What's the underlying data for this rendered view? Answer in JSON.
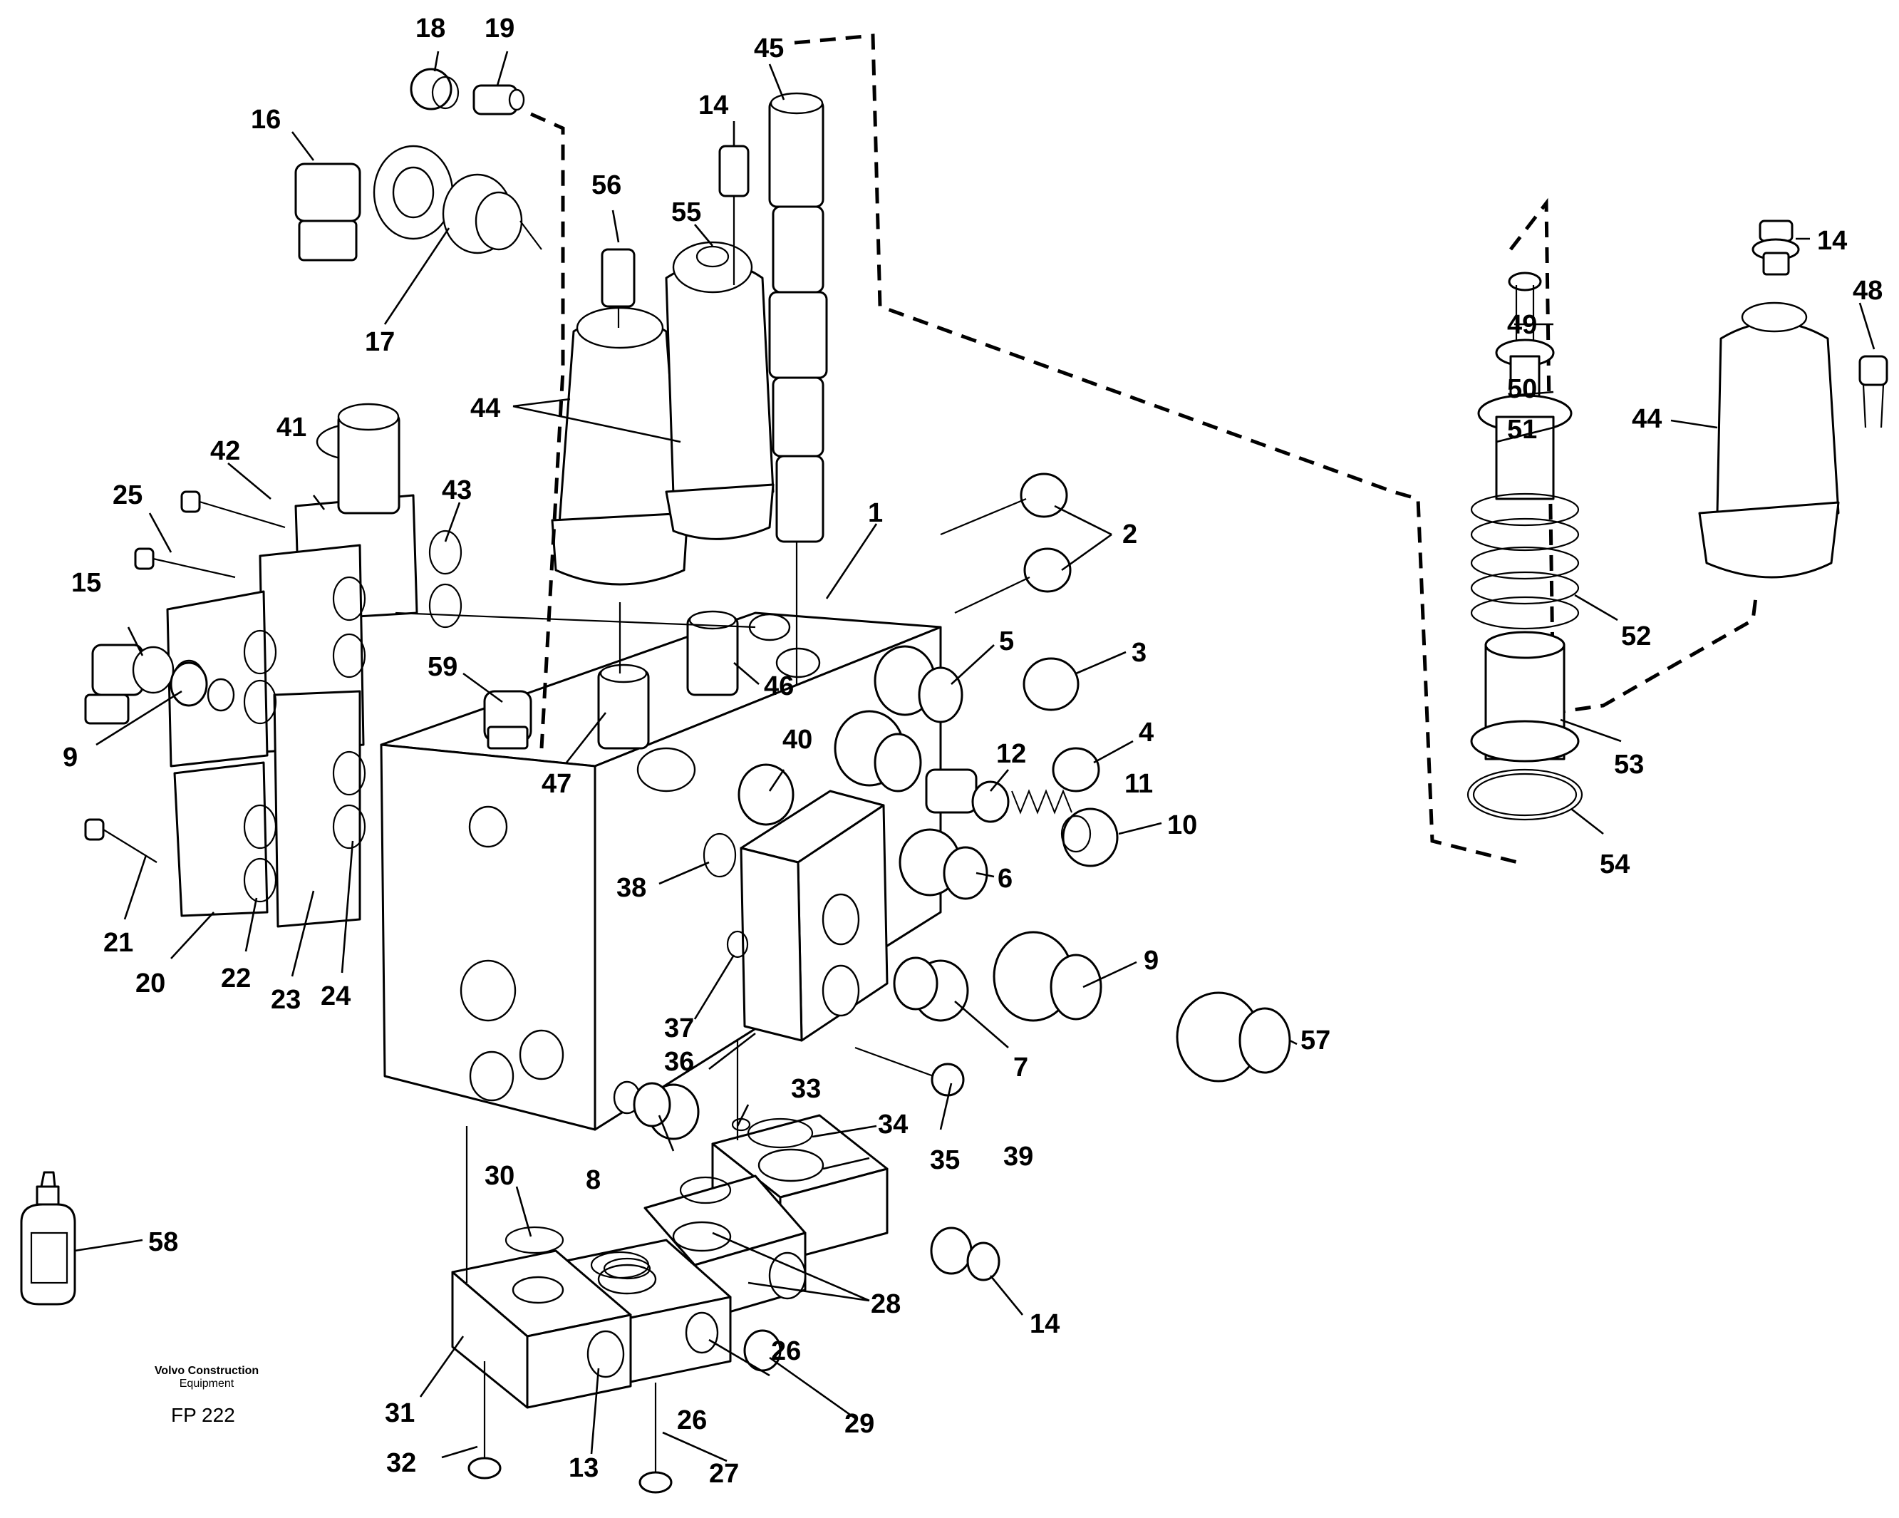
{
  "diagram": {
    "callouts": [
      "1",
      "2",
      "3",
      "4",
      "5",
      "6",
      "7",
      "8",
      "9",
      "10",
      "11",
      "12",
      "13",
      "14",
      "15",
      "16",
      "17",
      "18",
      "19",
      "20",
      "21",
      "22",
      "23",
      "24",
      "25",
      "26",
      "27",
      "28",
      "29",
      "30",
      "31",
      "32",
      "33",
      "34",
      "35",
      "36",
      "37",
      "38",
      "39",
      "40",
      "41",
      "42",
      "43",
      "44",
      "45",
      "46",
      "47",
      "48",
      "49",
      "50",
      "51",
      "52",
      "53",
      "54",
      "55",
      "56",
      "57",
      "58",
      "59"
    ]
  },
  "footer": {
    "manufacturer_line1": "Volvo Construction",
    "manufacturer_line2": "Equipment",
    "figure_code": "FP 222"
  }
}
